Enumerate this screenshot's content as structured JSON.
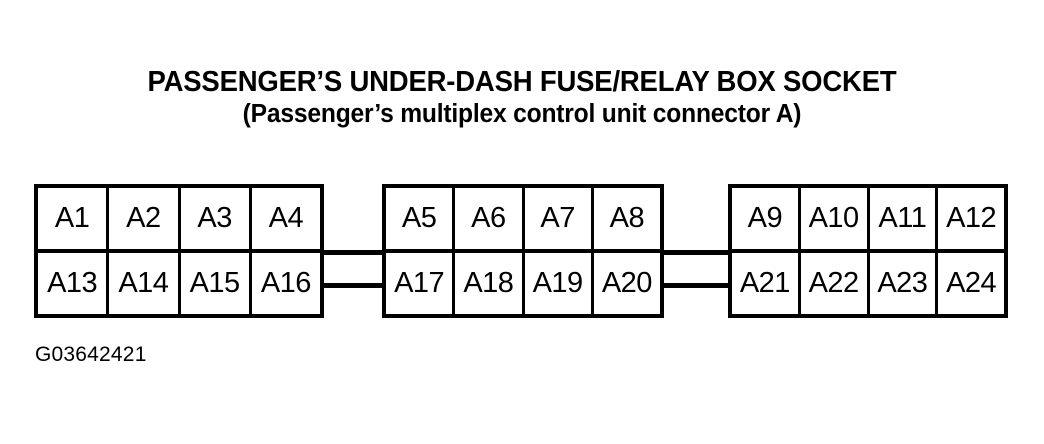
{
  "figure": {
    "title_line_1": "PASSENGER’S UNDER-DASH FUSE/RELAY BOX SOCKET",
    "title_line_2": "(Passenger’s multiplex control unit connector A)",
    "caption": "G03642421",
    "background_color": "#ffffff",
    "line_color": "#000000"
  },
  "connector_blocks": [
    {
      "name": "block-1",
      "top_row": [
        "A1",
        "A2",
        "A3",
        "A4"
      ],
      "bottom_row": [
        "A13",
        "A14",
        "A15",
        "A16"
      ]
    },
    {
      "name": "block-2",
      "top_row": [
        "A5",
        "A6",
        "A7",
        "A8"
      ],
      "bottom_row": [
        "A17",
        "A18",
        "A19",
        "A20"
      ]
    },
    {
      "name": "block-3",
      "top_row": [
        "A9",
        "A10",
        "A11",
        "A12"
      ],
      "bottom_row": [
        "A21",
        "A22",
        "A23",
        "A24"
      ]
    }
  ],
  "link_wires": [
    {
      "name": "wire-gap1-upper"
    },
    {
      "name": "wire-gap1-lower"
    },
    {
      "name": "wire-gap2-upper"
    },
    {
      "name": "wire-gap2-lower"
    }
  ]
}
